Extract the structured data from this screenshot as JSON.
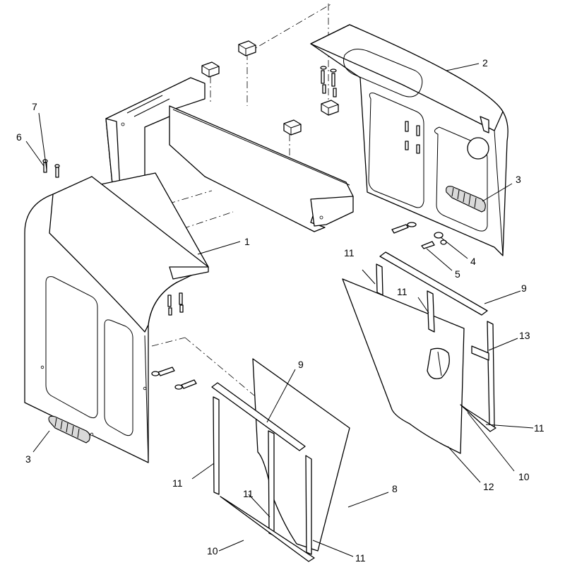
{
  "callouts": {
    "c1": "1",
    "c2": "2",
    "c3_left": "3",
    "c3_right": "3",
    "c4": "4",
    "c5": "5",
    "c6": "6",
    "c7": "7",
    "c8": "8",
    "c9_center": "9",
    "c9_right": "9",
    "c10_center": "10",
    "c10_right": "10",
    "c11_a": "11",
    "c11_b": "11",
    "c11_c": "11",
    "c11_d": "11",
    "c11_e": "11",
    "c11_f": "11",
    "c12": "12",
    "c13": "13"
  }
}
